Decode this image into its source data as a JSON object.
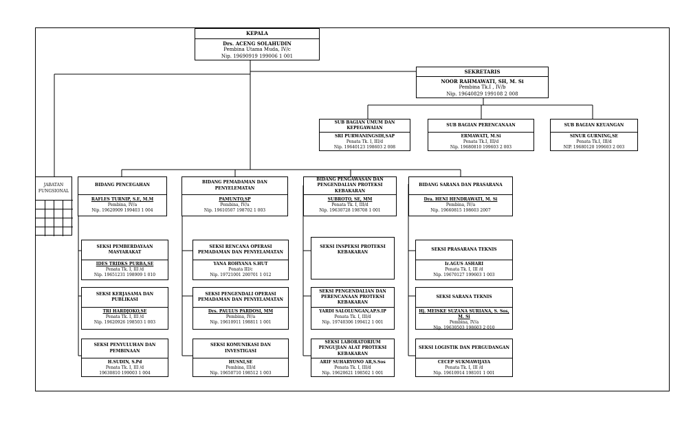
{
  "kepala": {
    "title": "KEPALA",
    "name": "Drs. ACENG SOLAHUDIN",
    "rank": "Pembina Utama Muda, IV/c",
    "nip": "Nip. 19690919 199006 1 001"
  },
  "sekretaris": {
    "title": "SEKRETARIS",
    "name": "NOOR RAHMAWATI, SH, M. Si",
    "rank": "Pembina Tk.I , IV/b",
    "nip": "Nip. 19640829 199108 2 008"
  },
  "subbagian": [
    {
      "title": "SUB BAGIAN UMUM DAN KEPEGAWAIAN",
      "name": "SRI PURWANINGSIH,SAP",
      "rank": "Penata Tk. I, III/d",
      "nip": "Nip. 19640123 198603 2 008"
    },
    {
      "title": "SUB BAGIAN PERENCANAAN",
      "name": "ERMAWATI, M.Si",
      "rank": "Penata Tk.I, III/d",
      "nip": "Nip. 19680810 199603 2 003"
    },
    {
      "title": "SUB BAGIAN KEUANGAN",
      "name": "SINUR GURNING,SE",
      "rank": "Penata Tk.I, III/d",
      "nip": "NIP. 19680120 199603 2 003"
    }
  ],
  "jabatan_fungsional": "JABATAN FUNGSIONAL",
  "bidang": [
    {
      "title": "BIDANG PENCEGAHAN",
      "name": "RAFLES TURNIP, S.E, M.M",
      "rank": "Pembina, IV/a",
      "nip": "Nip. 19620909 199403 1 004"
    },
    {
      "title": "BIDANG PEMADAMAN DAN PENYELEMATAN",
      "name": "PAMUNTO,SP",
      "rank": "Pembina, IV/a",
      "nip": "Nip. 19610507 198702 1 003"
    },
    {
      "title": "BIDANG PENGAWASAN DAN PENGENDALIAN PROTEKSI KEBAKARAN",
      "name": "SUBROTO, SE, MM",
      "rank": "Penata Tk. I, III/d",
      "nip": "Nip. 19630728 198708 1 001"
    },
    {
      "title": "BIDANG SARANA DAN PRASARANA",
      "name": "Dra. HENI HENDRAWATI, M. Si",
      "rank": "Pembina, IV/a",
      "nip": "Nip. 19660815 198603 2007"
    }
  ],
  "seksi": [
    [
      {
        "title": "SEKSI PEMBERDAYAAN MASYARAKAT",
        "name": "IDES TRIDKS PURBA,SE",
        "rank": "Penata Tk. I, III /d",
        "nip": "Nip. 19651231 198909 1 010"
      },
      {
        "title": "SEKSI KERJASAMA DAN PUBLIKASI",
        "name": "TRI HARDJOKO,SE",
        "rank": "Penata Tk. I, III /d",
        "nip": "Nip. 19620926 198503 1 003"
      },
      {
        "title": "SEKSI PENYULUHAN DAN PEMBINAAN",
        "name": "H.SUDIN, S.Pd",
        "rank": "Penata Tk. I, III /d",
        "nip": "19630810 199003 1 004"
      }
    ],
    [
      {
        "title": "SEKSI RENCANA OPERASI PEMADAMAN DAN PENYELAMATAN",
        "name": "YANA ROHYANA S.HUT",
        "rank": "Penata III/c",
        "nip": "Nip. 19721001 200701 1 012"
      },
      {
        "title": "SEKSI PENGENDALI OPERASI PEMADAMAN DAN PENYELAMATAN",
        "name": "Drs. PAULUS PARDOSI, MM",
        "rank": "Pembina, IV/a",
        "nip": "Nip. 19610911 198811 1 001"
      },
      {
        "title": "SEKSI KOMUNIKASI DAN INVESTIGASI",
        "name": "HUSNI,SE",
        "rank": "Pembina, III/d",
        "nip": "Nip. 19650710 198512 1 003"
      }
    ],
    [
      {
        "title": "SEKSI INSPEKSI PROTEKSI KEBAKARAN",
        "name": "",
        "rank": "",
        "nip": ""
      },
      {
        "title": "SEKSI PENGENDALIAN DAN PERENCANAAN PROTEKSI KEBAKARAN",
        "name": "YARDI SALOLUNGAN,AP.S.IP",
        "rank": "Penata Tk. I, III/d",
        "nip": "Nip. 19740306 199412 1 001"
      },
      {
        "title": "SEKSI LABORATORIUM PENGUJIAN ALAT PROTEKSI KEBAKARAN",
        "name": "ARIF SUHARYONO AR,S.Sos",
        "rank": "Penata Tk. I, III/d",
        "nip": "Nip. 19620621 198502 1 001"
      }
    ],
    [
      {
        "title": "SEKSI PRASARANA TEKNIS",
        "name": "Ir.AGUS ASHARI",
        "rank": "Penata Tk. I, III /d",
        "nip": "Nip. 19670127 199603 1 003"
      },
      {
        "title": "SEKSI SARANA TEKNIS",
        "name": "Hj. MEISKE SUZANA SURIANA, S. Sos, M. Si",
        "rank": "Pembina, IV/a",
        "nip": "Nip. 19630503 198603 2 010"
      },
      {
        "title": "SEKSI LOGISTIK DAN PERGUDANGAN",
        "name": "CECEP SUKMAWIJAYA",
        "rank": "Penata Tk. I, III /d",
        "nip": "Nip. 19610914 198101 1 001"
      }
    ]
  ]
}
